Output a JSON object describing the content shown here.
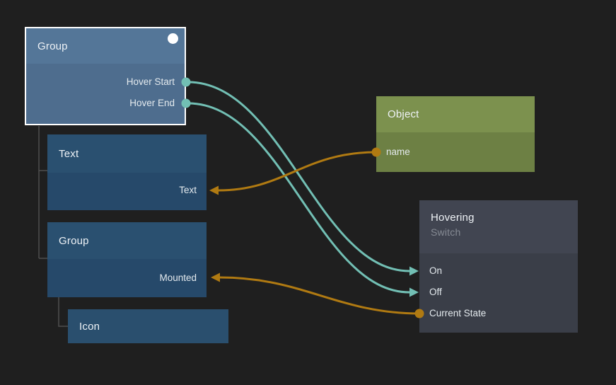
{
  "canvas": {
    "background": "#1f1f1f"
  },
  "colors": {
    "signal_wire": "#72bfb4",
    "data_wire": "#b07a12",
    "selected_border": "#ffffff",
    "tree_line": "#4f4f4f"
  },
  "nodes": {
    "group1": {
      "title": "Group",
      "selected": true,
      "ports": {
        "hover_start": "Hover Start",
        "hover_end": "Hover End"
      }
    },
    "text": {
      "title": "Text",
      "ports": {
        "text": "Text"
      }
    },
    "group2": {
      "title": "Group",
      "ports": {
        "mounted": "Mounted"
      }
    },
    "icon": {
      "title": "Icon"
    },
    "object": {
      "title": "Object",
      "ports": {
        "name": "name"
      }
    },
    "hovering": {
      "title": "Hovering",
      "subtitle": "Switch",
      "ports": {
        "on": "On",
        "off": "Off",
        "current_state": "Current State"
      }
    }
  },
  "connections": [
    {
      "from": "Group.Hover Start",
      "to": "Hovering.On",
      "type": "signal"
    },
    {
      "from": "Group.Hover End",
      "to": "Hovering.Off",
      "type": "signal"
    },
    {
      "from": "Object.name",
      "to": "Text.Text",
      "type": "data"
    },
    {
      "from": "Hovering.Current State",
      "to": "Group.Mounted",
      "type": "data"
    }
  ]
}
